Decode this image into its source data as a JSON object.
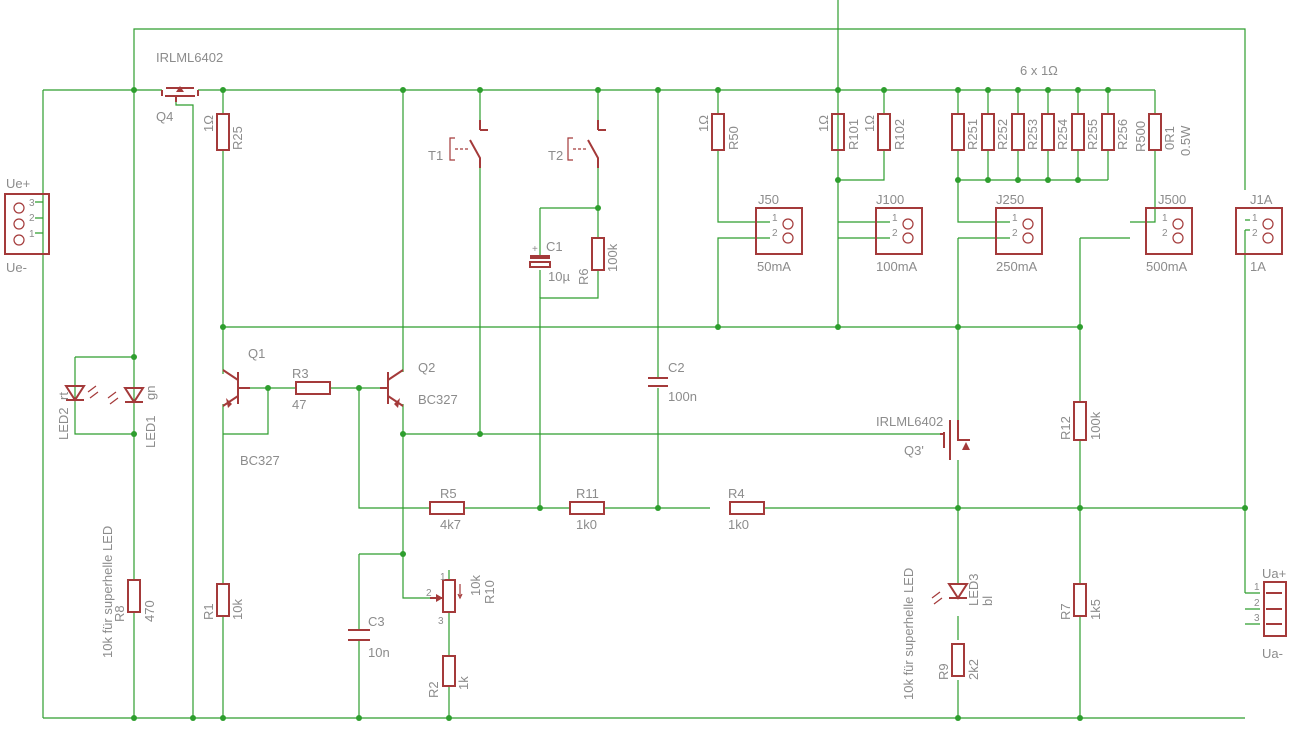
{
  "labels": {
    "q4_part": "IRLML6402",
    "q4": "Q4",
    "r25": "R25",
    "r25_val": "1Ω",
    "r50": "R50",
    "r50_val": "1Ω",
    "r101": "R101",
    "r101_val": "1Ω",
    "r102": "R102",
    "r102_val": "1Ω",
    "six_ohm": "6 x 1Ω",
    "r251": "R251",
    "r252": "R252",
    "r253": "R253",
    "r254": "R254",
    "r255": "R255",
    "r256": "R256",
    "r500": "R500",
    "r500_val": "0R1",
    "r500_watt": "0.5W",
    "t1": "T1",
    "t2": "T2",
    "c1": "C1",
    "c1_val": "10µ",
    "r6": "R6",
    "r6_val": "100k",
    "j50": "J50",
    "j50_val": "50mA",
    "j100": "J100",
    "j100_val": "100mA",
    "j250": "J250",
    "j250_val": "250mA",
    "j500": "J500",
    "j500_val": "500mA",
    "j1a": "J1A",
    "j1a_val": "1A",
    "ue_plus": "Ue+",
    "ue_minus": "Ue-",
    "ua_plus": "Ua+",
    "ua_minus": "Ua-",
    "led2": "LED2",
    "led2_col": "rt",
    "led1": "LED1",
    "led1_col": "gn",
    "q1": "Q1",
    "q1_part": "BC327",
    "q2": "Q2",
    "q2_part": "BC327",
    "r3": "R3",
    "r3_val": "47",
    "c2": "C2",
    "c2_val": "100n",
    "q3_part": "IRLML6402",
    "q3": "Q3'",
    "r12": "R12",
    "r12_val": "100k",
    "r5": "R5",
    "r5_val": "4k7",
    "r11": "R11",
    "r11_val": "1k0",
    "r4": "R4",
    "r4_val": "1k0",
    "note_left": "10k für superhelle LED",
    "note_right": "10k für superhelle LED",
    "r8": "R8",
    "r8_val": "470",
    "r1": "R1",
    "r1_val": "10k",
    "c3": "C3",
    "c3_val": "10n",
    "r10": "R10",
    "r10_val": "10k",
    "r2": "R2",
    "r2_val": "1k",
    "led3": "LED3",
    "led3_col": "bl",
    "r9": "R9",
    "r9_val": "2k2",
    "r7": "R7",
    "r7_val": "1k5",
    "pin1": "1",
    "pin2": "2",
    "pin3": "3"
  }
}
